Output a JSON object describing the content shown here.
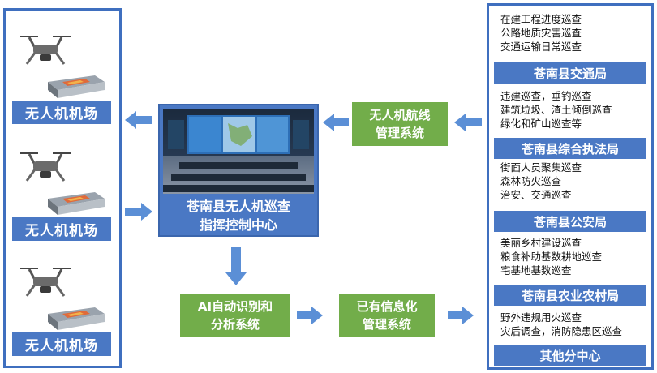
{
  "airports": [
    {
      "label": "无人机机场"
    },
    {
      "label": "无人机机场"
    },
    {
      "label": "无人机机场"
    }
  ],
  "command_center": {
    "line1": "苍南县无人机巡查",
    "line2": "指挥控制中心"
  },
  "route_system": {
    "line1": "无人机航线",
    "line2": "管理系统"
  },
  "ai_system": {
    "line1": "AI自动识别和",
    "line2": "分析系统"
  },
  "info_system": {
    "line1": "已有信息化",
    "line2": "管理系统"
  },
  "departments": [
    {
      "tasks": [
        "在建工程进度巡查",
        "公路地质灾害巡查",
        "交通运输日常巡查"
      ],
      "name": "苍南县交通局"
    },
    {
      "tasks": [
        "违建巡查，垂钓巡查",
        "建筑垃圾、渣土倾倒巡查",
        "绿化和矿山巡查等"
      ],
      "name": "苍南县综合执法局"
    },
    {
      "tasks": [
        "街面人员聚集巡查",
        "森林防火巡查",
        "治安、交通巡查"
      ],
      "name": "苍南县公安局"
    },
    {
      "tasks": [
        "美丽乡村建设巡查",
        "粮食补助基数耕地巡查",
        "宅基地基数巡查"
      ],
      "name": "苍南县农业农村局"
    },
    {
      "tasks": [
        "野外违规用火巡查",
        "灾后调查，消防隐患区巡查"
      ],
      "name": "其他分中心"
    }
  ],
  "colors": {
    "blue": "#4a78c4",
    "green": "#72ad4a",
    "arrow": "#5b8fd6",
    "border": "#3f6fbf"
  },
  "icons": [
    "drone-icon",
    "hangar-icon",
    "arrow-icon"
  ]
}
